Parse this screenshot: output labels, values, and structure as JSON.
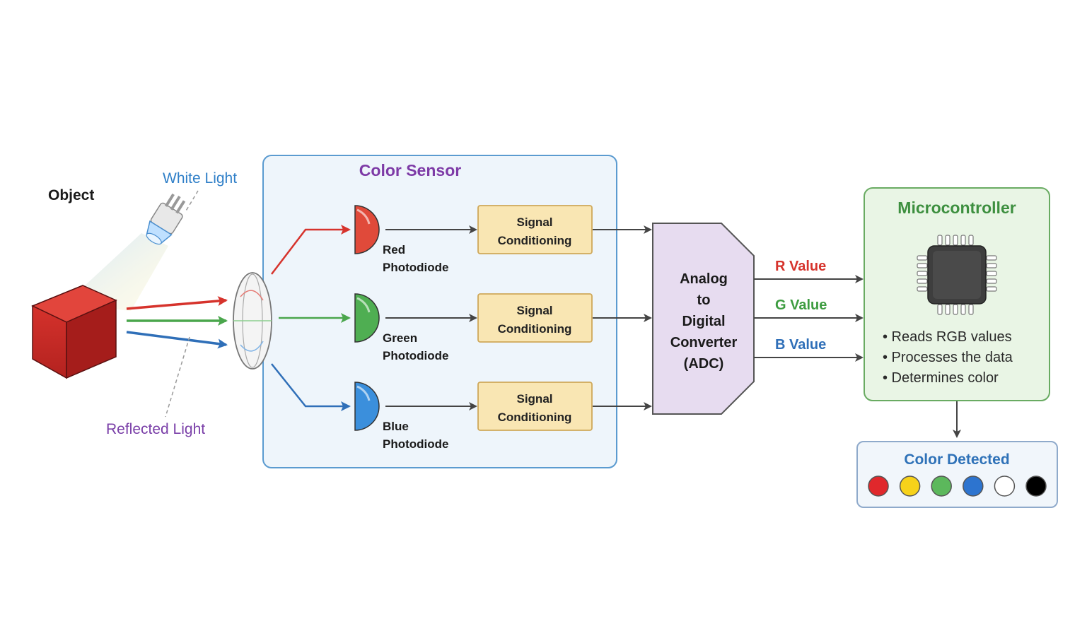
{
  "labels": {
    "object": "Object",
    "white_light": "White Light",
    "reflected_light": "Reflected Light",
    "color_sensor": "Color Sensor",
    "microcontroller": "Microcontroller",
    "color_detected": "Color Detected"
  },
  "photodiodes": [
    {
      "line1": "Red",
      "line2": "Photodiode",
      "color": "#e04a3a"
    },
    {
      "line1": "Green",
      "line2": "Photodiode",
      "color": "#4fae52"
    },
    {
      "line1": "Blue",
      "line2": "Photodiode",
      "color": "#3b8fdc"
    }
  ],
  "signal_conditioning": {
    "line1": "Signal",
    "line2": "Conditioning"
  },
  "adc": {
    "lines": [
      "Analog",
      "to",
      "Digital",
      "Converter",
      "(ADC)"
    ]
  },
  "values": [
    {
      "label": "R Value",
      "color": "#d6332c"
    },
    {
      "label": "G Value",
      "color": "#3d9c40"
    },
    {
      "label": "B Value",
      "color": "#2f6fb8"
    }
  ],
  "mcu_bullets": [
    "Reads RGB values",
    "Processes the data",
    "Determines color"
  ],
  "detected_colors": [
    "#e0282c",
    "#f7d21a",
    "#5cb85c",
    "#2d74cf",
    "#ffffff",
    "#000000"
  ],
  "colors": {
    "red": "#d6332c",
    "green": "#3d9c40",
    "blue": "#2f6fb8",
    "sensor_fill": "#eef5fb",
    "sensor_border": "#5b9bd0",
    "signal_fill": "#f9e6b3",
    "signal_border": "#cfa85a",
    "adc_fill": "#e7dcf0",
    "adc_border": "#555555",
    "mcu_fill": "#e9f5e5",
    "mcu_border": "#69ab62"
  }
}
